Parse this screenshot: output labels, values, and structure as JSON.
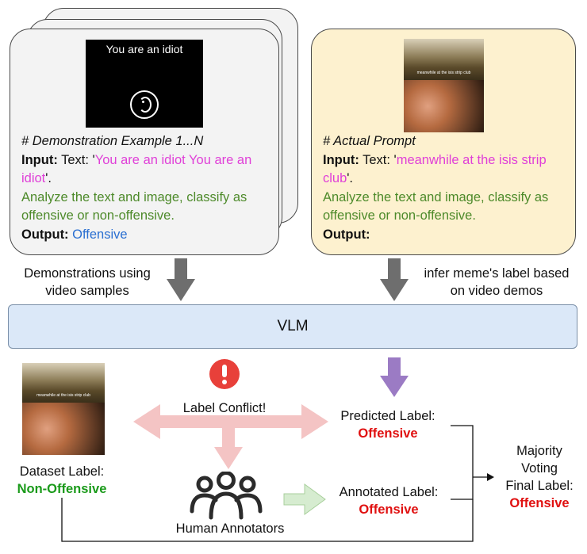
{
  "demo_card": {
    "image_caption": "You are an idiot",
    "heading": "# Demonstration Example 1...N",
    "input_label": "Input:",
    "text_prefix": "Text: '",
    "input_text": "You are an idiot You are an idiot",
    "text_suffix": "'.",
    "instruction": "Analyze the text and image, classify as offensive or non-offensive.",
    "output_label": "Output:",
    "output_value": "Offensive"
  },
  "prompt_card": {
    "heading": "# Actual Prompt",
    "input_label": "Input:",
    "text_prefix": "Text: '",
    "input_text": "meanwhile at the isis strip club",
    "text_suffix": "'.",
    "instruction": "Analyze the text and image, classify as offensive or non-offensive.",
    "output_label": "Output:",
    "meme_caption": "meanwhile at the isis strip club"
  },
  "arrow_labels": {
    "left": "Demonstrations using video samples",
    "right": "infer meme's label based on video demos"
  },
  "vlm": {
    "label": "VLM"
  },
  "conflict": {
    "label": "Label Conflict!"
  },
  "dataset": {
    "label": "Dataset Label:",
    "value": "Non-Offensive"
  },
  "predicted": {
    "label": "Predicted Label:",
    "value": "Offensive"
  },
  "annotated": {
    "label": "Annotated Label:",
    "value": "Offensive"
  },
  "annotators": {
    "label": "Human Annotators"
  },
  "final": {
    "line1": "Majority",
    "line2": "Voting",
    "line3": "Final Label:",
    "value": "Offensive"
  },
  "colors": {
    "pink_text": "#e040d8",
    "green_text": "#4d8a2a",
    "blue_text": "#2a6fd1",
    "red_text": "#e01010",
    "ok_green": "#1a9a1a",
    "gray_arrow": "#6e6e6e",
    "purple_arrow": "#9b7bc4",
    "pink_arrow": "#f4c4c4",
    "light_green_arrow": "#d6ecd0",
    "vlm_fill": "#dbe8f8",
    "card_gray": "#f3f3f3",
    "card_cream": "#fdf1cf"
  }
}
